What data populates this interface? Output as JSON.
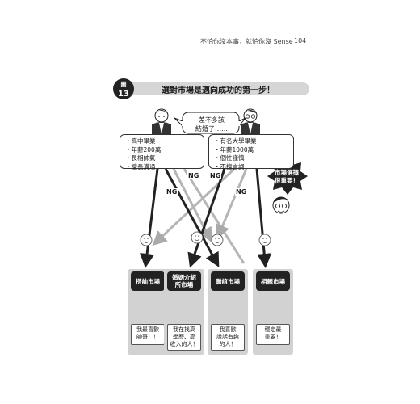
{
  "header": {
    "book_title": "不怕你沒本事，就怕你沒 Sense",
    "page_number": "104"
  },
  "figure": {
    "badge_top": "圖",
    "badge_number": "13",
    "title": "選對市場是邁向成功的第一步！"
  },
  "speech_bubble": "差不多該\n結婚了……",
  "left_person": {
    "traits": [
      "高中畢業",
      "年薪200萬",
      "長相帥氣",
      "擅長溝通"
    ]
  },
  "right_person": {
    "traits": [
      "有名大學畢業",
      "年薪1000萬",
      "個性謹慎",
      "不擅言詞"
    ]
  },
  "ng_labels": [
    "NG",
    "NG",
    "NG",
    "NG"
  ],
  "callout": "市場選擇\n很重要！",
  "markets": [
    {
      "name": "搭訕市場",
      "quote": "我最喜歡\n帥哥！！"
    },
    {
      "name": "婚姻介紹\n所市場",
      "quote": "我在找高\n學歷、高\n收入的人！"
    },
    {
      "name": "聯誼市場",
      "quote": "我喜歡\n說話有趣\n的人！"
    },
    {
      "name": "相親市場",
      "quote": "穩定最\n重要！"
    }
  ],
  "colors": {
    "dark": "#222222",
    "gray": "#d2d2d2",
    "light_gray": "#bdbdbd"
  }
}
